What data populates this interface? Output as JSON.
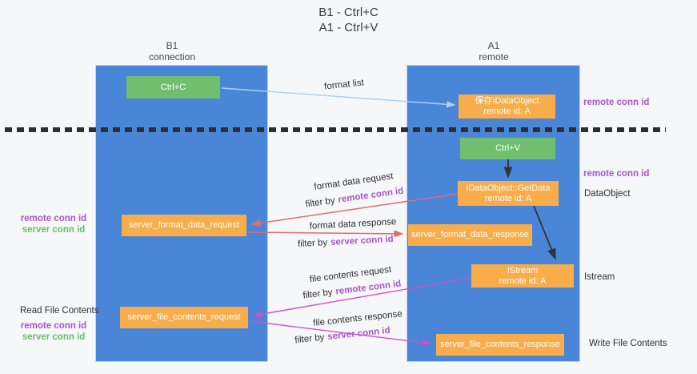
{
  "title": {
    "line1": "B1 - Ctrl+C",
    "line2": "A1 - Ctrl+V"
  },
  "lanes": {
    "left": {
      "name": "B1",
      "role": "connection"
    },
    "right": {
      "name": "A1",
      "role": "remote"
    }
  },
  "nodes": {
    "ctrl_c": "Ctrl+C",
    "save_dataobject": {
      "line1": "保存IDataObject",
      "line2": "remote id: A"
    },
    "ctrl_v": "Ctrl+V",
    "getdata": {
      "line1": "IDataObject::GetData",
      "line2": "remote id: A"
    },
    "format_request": "server_format_data_request",
    "format_response": "server_format_data_response",
    "istream": {
      "line1": "IStream",
      "line2": "remote id: A"
    },
    "file_request": "server_file_contents_request",
    "file_response": "server_file_contents_response"
  },
  "flow_labels": {
    "format_list": "format list",
    "format_data_request": "format data request",
    "filter_remote_1": {
      "prefix": "filter by",
      "value": "remote conn id"
    },
    "format_data_response": "format data response",
    "filter_server_1": {
      "prefix": "filter by",
      "value": "server conn id"
    },
    "file_contents_request": "file contents request",
    "filter_remote_2": {
      "prefix": "filter by",
      "value": "remote conn id"
    },
    "file_contents_response": "file contents response",
    "filter_server_2": {
      "prefix": "filter by",
      "value": "server conn id"
    }
  },
  "side_labels": {
    "right_remote_conn_top": "remote conn id",
    "right_remote_conn_mid": "remote conn id",
    "dataobject": "DataObject",
    "istream": "Istream",
    "write_file": "Write File Contents",
    "left_remote_conn_top": "remote conn id",
    "left_server_conn_top": "server conn id",
    "read_file": "Read File Contents",
    "left_remote_conn_bottom": "remote conn id",
    "left_server_conn_bottom": "server conn id"
  },
  "colors": {
    "lane_blue": "#4a86d8",
    "node_green": "#70bf6f",
    "node_orange": "#f9ac4a",
    "arrow_light_blue": "#a9d3ef",
    "arrow_red": "#e06c6c",
    "arrow_magenta": "#cb52c9",
    "arrow_black": "#333333",
    "text_purple": "#a855c8",
    "text_green": "#68bd6a"
  }
}
